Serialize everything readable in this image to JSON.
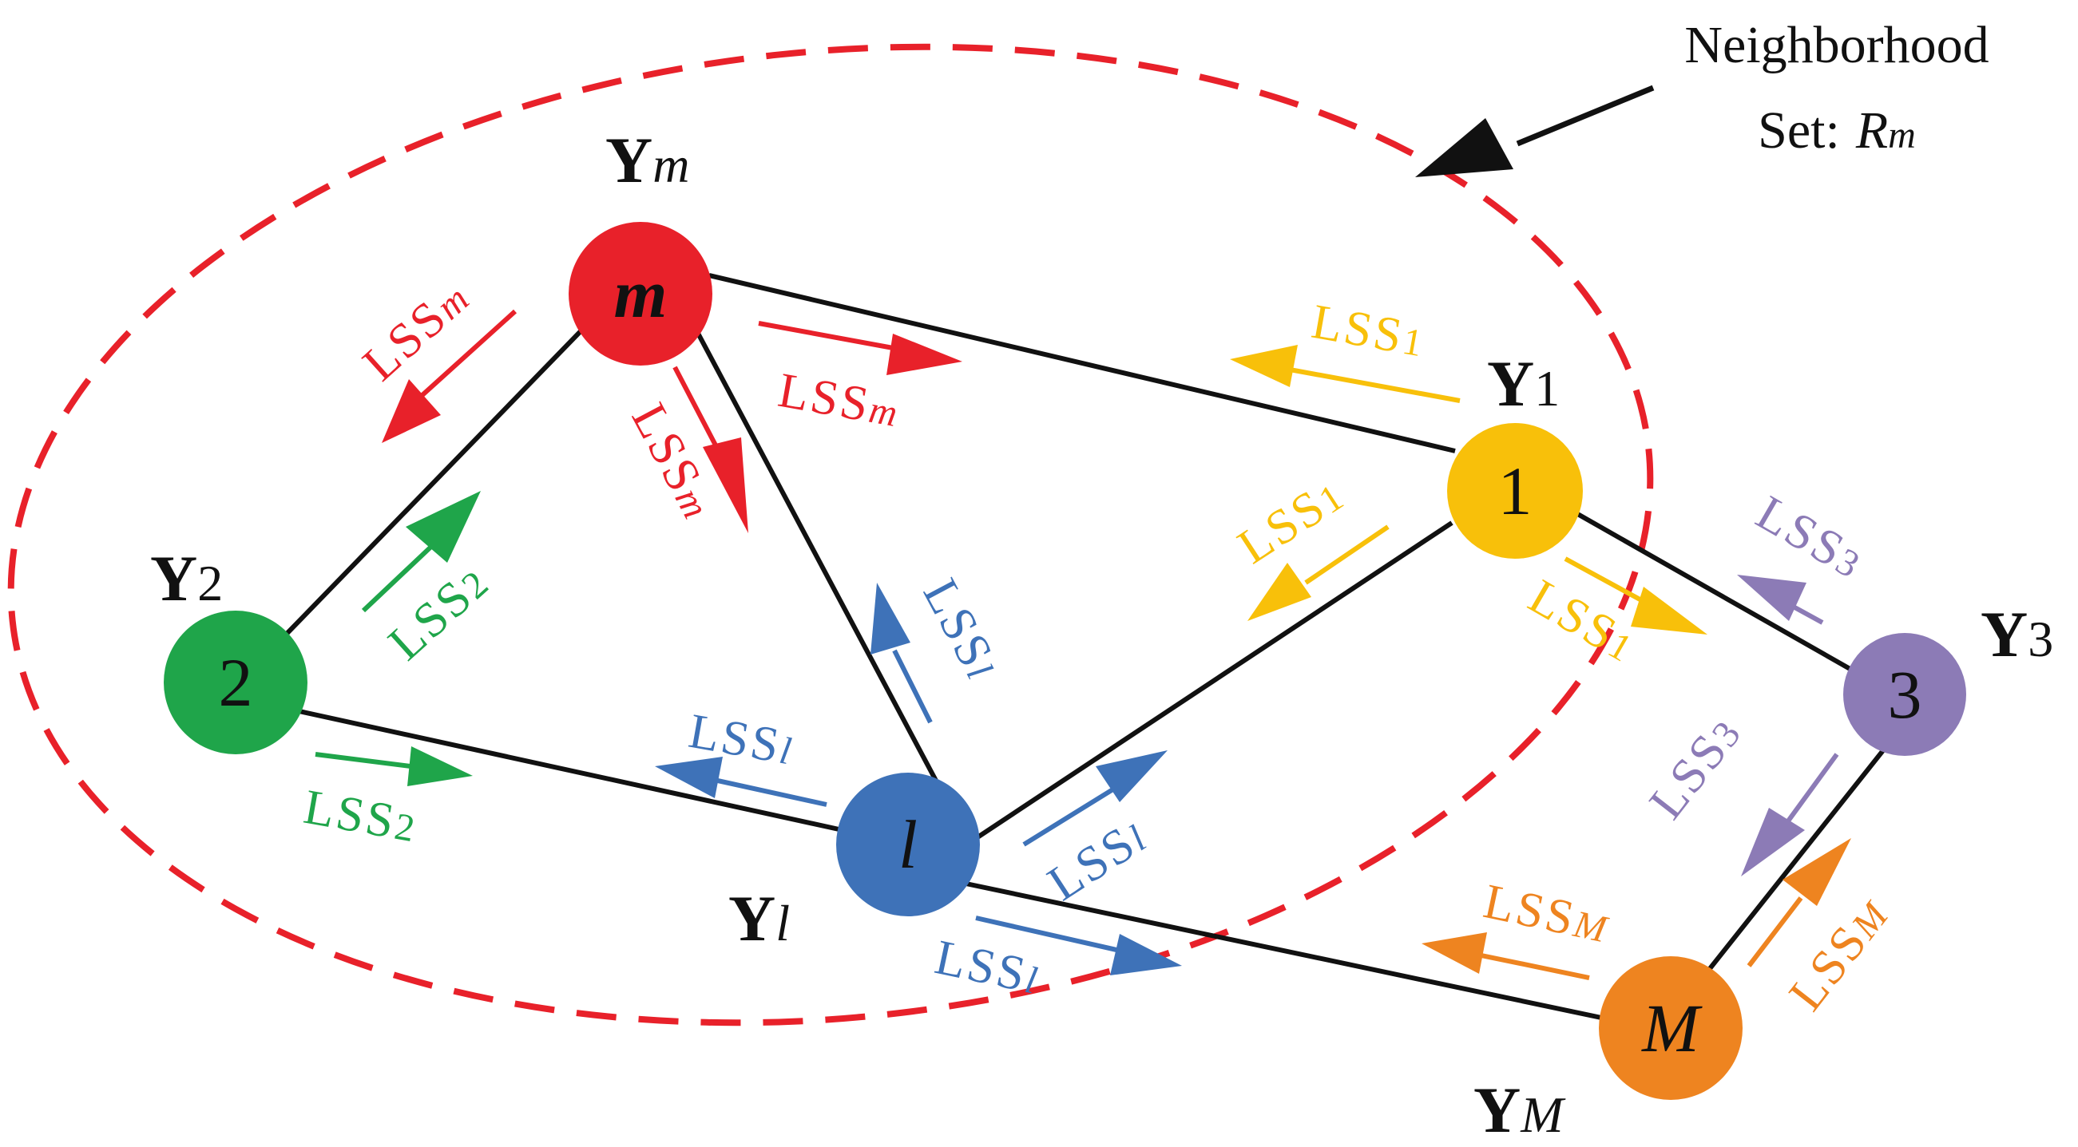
{
  "colors": {
    "red": "#e8212a",
    "green": "#1fa54a",
    "blue": "#3e72b8",
    "yellow": "#f8c00a",
    "purple": "#8c7bb6",
    "orange": "#ee8420",
    "edge": "#111111",
    "neighborhood_boundary": "#e8212a"
  },
  "callout": {
    "line1": "Neighborhood",
    "line2_prefix": "Set:",
    "line2_symbol": "R",
    "line2_sub": "m"
  },
  "nodes": {
    "m": {
      "label": "m",
      "y_main": "Y",
      "y_sub": "m"
    },
    "two": {
      "label": "2",
      "y_main": "Y",
      "y_sub": "2"
    },
    "l": {
      "label": "l",
      "y_main": "Y",
      "y_sub": "l"
    },
    "one": {
      "label": "1",
      "y_main": "Y",
      "y_sub": "1"
    },
    "three": {
      "label": "3",
      "y_main": "Y",
      "y_sub": "3"
    },
    "M": {
      "label": "M",
      "y_main": "Y",
      "y_sub": "M"
    }
  },
  "lss": {
    "main": "LSS",
    "sub_m": "m",
    "sub_2": "2",
    "sub_l": "l",
    "sub_1": "1",
    "sub_3": "3",
    "sub_M": "M"
  }
}
